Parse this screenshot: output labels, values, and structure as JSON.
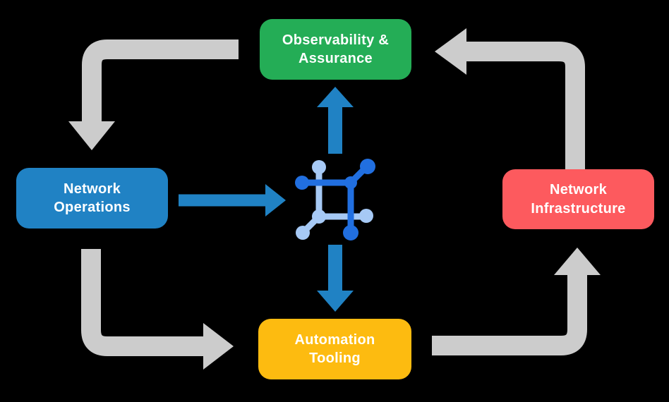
{
  "canvas": {
    "background": "#000000",
    "description": "Network automation lifecycle diagram"
  },
  "nodes": [
    {
      "id": "observability-assurance",
      "label": "Observability &\nAssurance",
      "color": "#24ad56"
    },
    {
      "id": "network-operations",
      "label": "Network\nOperations",
      "color": "#2082c4"
    },
    {
      "id": "network-infrastructure",
      "label": "Network\nInfrastructure",
      "color": "#fd5a5e"
    },
    {
      "id": "automation-tooling",
      "label": "Automation\nTooling",
      "color": "#fdbb10"
    }
  ],
  "center_icon": {
    "name": "network-automation-icon",
    "dark_blue": "#216fe0",
    "light_blue": "#a6c9f5"
  },
  "arrows": {
    "cycle_color": "#cccccc",
    "center_color": "#2082c4",
    "cycle": [
      {
        "from": "Observability & Assurance",
        "to": "Network Operations"
      },
      {
        "from": "Network Operations",
        "to": "Automation Tooling"
      },
      {
        "from": "Automation Tooling",
        "to": "Network Infrastructure"
      },
      {
        "from": "Network Infrastructure",
        "to": "Observability & Assurance"
      }
    ],
    "center_flows": [
      {
        "from": "Network Operations",
        "to": "Center Icon"
      },
      {
        "from": "Center Icon",
        "to": "Observability & Assurance"
      },
      {
        "from": "Center Icon",
        "to": "Automation Tooling"
      }
    ]
  }
}
